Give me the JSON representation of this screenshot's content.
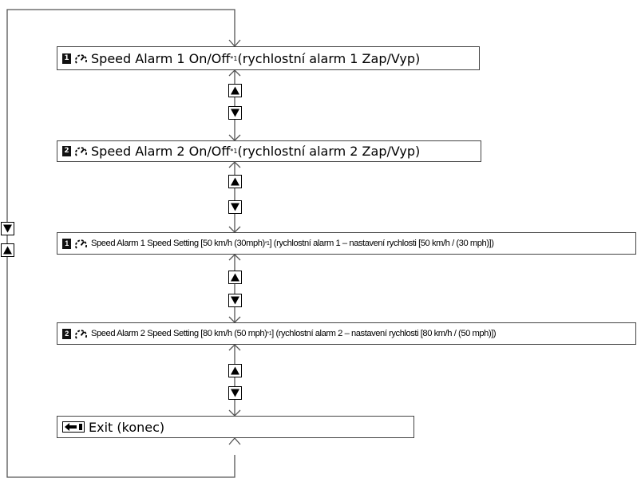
{
  "items": [
    {
      "num": "1",
      "main": "Speed Alarm 1 On/Off",
      "note": "*1",
      "rest": " (rychlostní alarm 1 Zap/Vyp)"
    },
    {
      "num": "2",
      "main": "Speed Alarm 2 On/Off",
      "note": "*1",
      "rest": " (rychlostní alarm 2 Zap/Vyp)"
    },
    {
      "num": "1",
      "main": "Speed Alarm 1 Speed Setting [50 km/h (30mph)",
      "note": "*1",
      "rest": "] (rychlostní alarm 1 – nastavení rychlosti [50 km/h / (30 mph)])"
    },
    {
      "num": "2",
      "main": "Speed Alarm 2 Speed Setting [80 km/h (50 mph)",
      "note": "*1",
      "rest": "] (rychlostní alarm 2 – nastavení rychlosti [80 km/h / (50 mph)])"
    },
    {
      "main": "Exit (konec)"
    }
  ],
  "icons": {
    "item_icon": "speedometer-icon",
    "exit_icon": "exit-arrow-icon",
    "up_button": "up-triangle-icon",
    "down_button": "down-triangle-icon"
  }
}
